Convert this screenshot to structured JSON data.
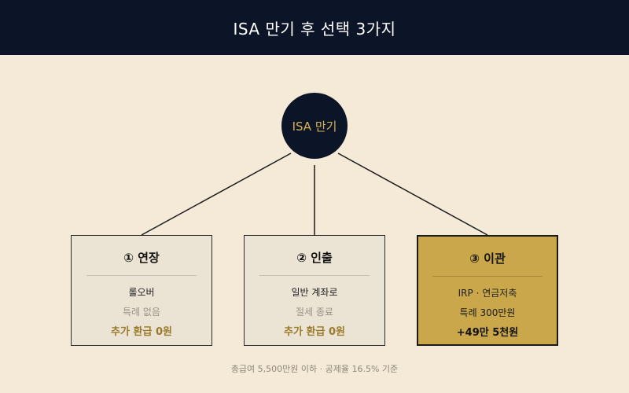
{
  "header": {
    "title": "ISA 만기 후 선택 3가지"
  },
  "root": {
    "label": "ISA 만기"
  },
  "options": [
    {
      "title": "① 연장",
      "line1": "롤오버",
      "line2": "특례 없음",
      "line3": "추가 환급 0원"
    },
    {
      "title": "② 인출",
      "line1": "일반 계좌로",
      "line2": "절세 종료",
      "line3": "추가 환급 0원"
    },
    {
      "title": "③ 이관",
      "line1": "IRP · 연금저축",
      "line2": "특례 300만원",
      "line3": "+49만 5천원"
    }
  ],
  "footnote": "총급여 5,500만원 이하 · 공제율 16.5% 기준",
  "colors": {
    "header_bg": "#0c1428",
    "page_bg": "#f5ead8",
    "card_bg": "#ebe3d3",
    "highlight_bg": "#c9a74a",
    "accent_gold": "#d9b450"
  }
}
